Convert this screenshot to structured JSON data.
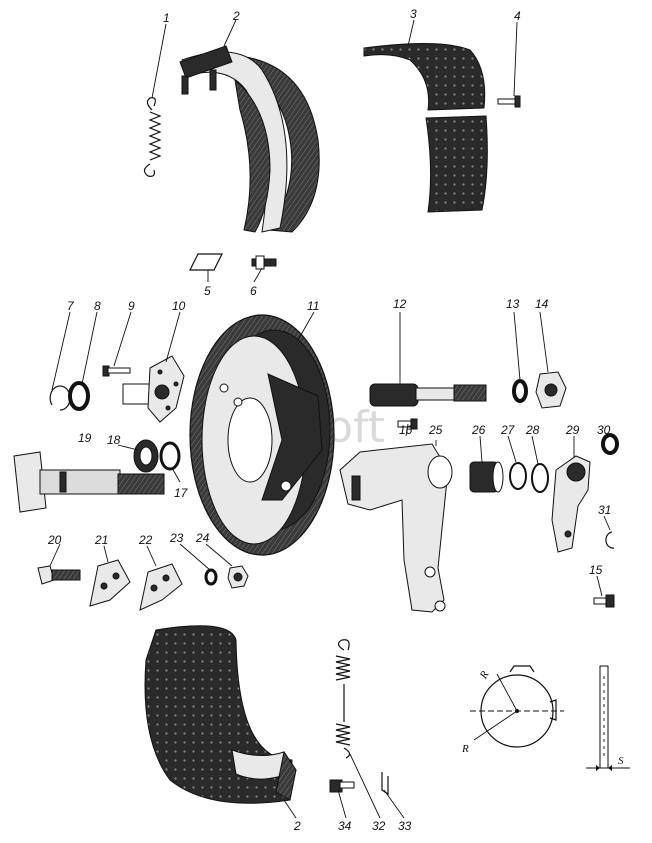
{
  "watermark": "AutoSoft",
  "labels": {
    "p1": "1",
    "p2_top": "2",
    "p3": "3",
    "p4": "4",
    "p5": "5",
    "p6": "6",
    "p7": "7",
    "p8": "8",
    "p9": "9",
    "p10": "10",
    "p11": "11",
    "p12": "12",
    "p13": "13",
    "p14": "14",
    "p15": "15",
    "p16": "16",
    "p17": "17",
    "p18": "18",
    "p19": "19",
    "p20": "20",
    "p21": "21",
    "p22": "22",
    "p23": "23",
    "p24": "24",
    "p25": "25",
    "p26": "26",
    "p27": "27",
    "p28": "28",
    "p29": "29",
    "p30": "30",
    "p31": "31",
    "p32": "32",
    "p33": "33",
    "p34": "34",
    "p2_bottom": "2"
  },
  "dimensions": {
    "radius_large": "R",
    "radius_small": "R",
    "thickness": "S"
  }
}
